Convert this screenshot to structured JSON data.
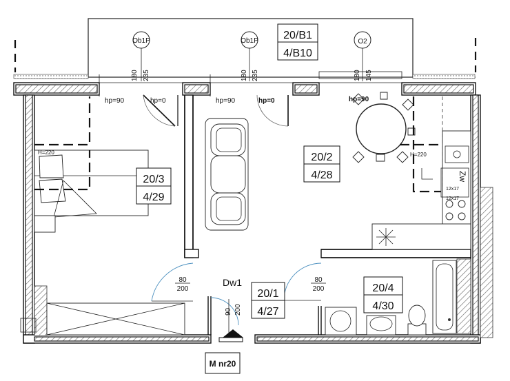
{
  "rooms": [
    {
      "id": "r203",
      "top": "20/3",
      "bottom": "4/29"
    },
    {
      "id": "r202",
      "top": "20/2",
      "bottom": "4/28"
    },
    {
      "id": "r201",
      "top": "20/1",
      "bottom": "4/27"
    },
    {
      "id": "r204",
      "top": "20/4",
      "bottom": "4/30"
    },
    {
      "id": "rb1",
      "top": "20/B1",
      "bottom": "4/B10"
    }
  ],
  "markers": {
    "ob1p": "Ob1P",
    "o2": "O2",
    "dw1": "Dw1",
    "entrance": "M nr20"
  },
  "window_dims": {
    "w1_h": "180",
    "w1_w": "235",
    "w2_h": "180",
    "w2_w": "235",
    "w3_h": "180",
    "w3_w": "145"
  },
  "sill_heights": {
    "hp90": "hp=90",
    "hp0": "hp=0"
  },
  "heights": {
    "h220": "H=220"
  },
  "door_dims": {
    "d1_w": "80",
    "d1_h": "200",
    "d2_w": "80",
    "d2_h": "200",
    "entry_w": "90",
    "entry_h": "200"
  },
  "kitchen": {
    "vent": "Zw",
    "cook1": "12x17",
    "cook2": "12x17"
  },
  "colors": {
    "wall": "#111111",
    "door_arc": "#4a8fbf"
  }
}
